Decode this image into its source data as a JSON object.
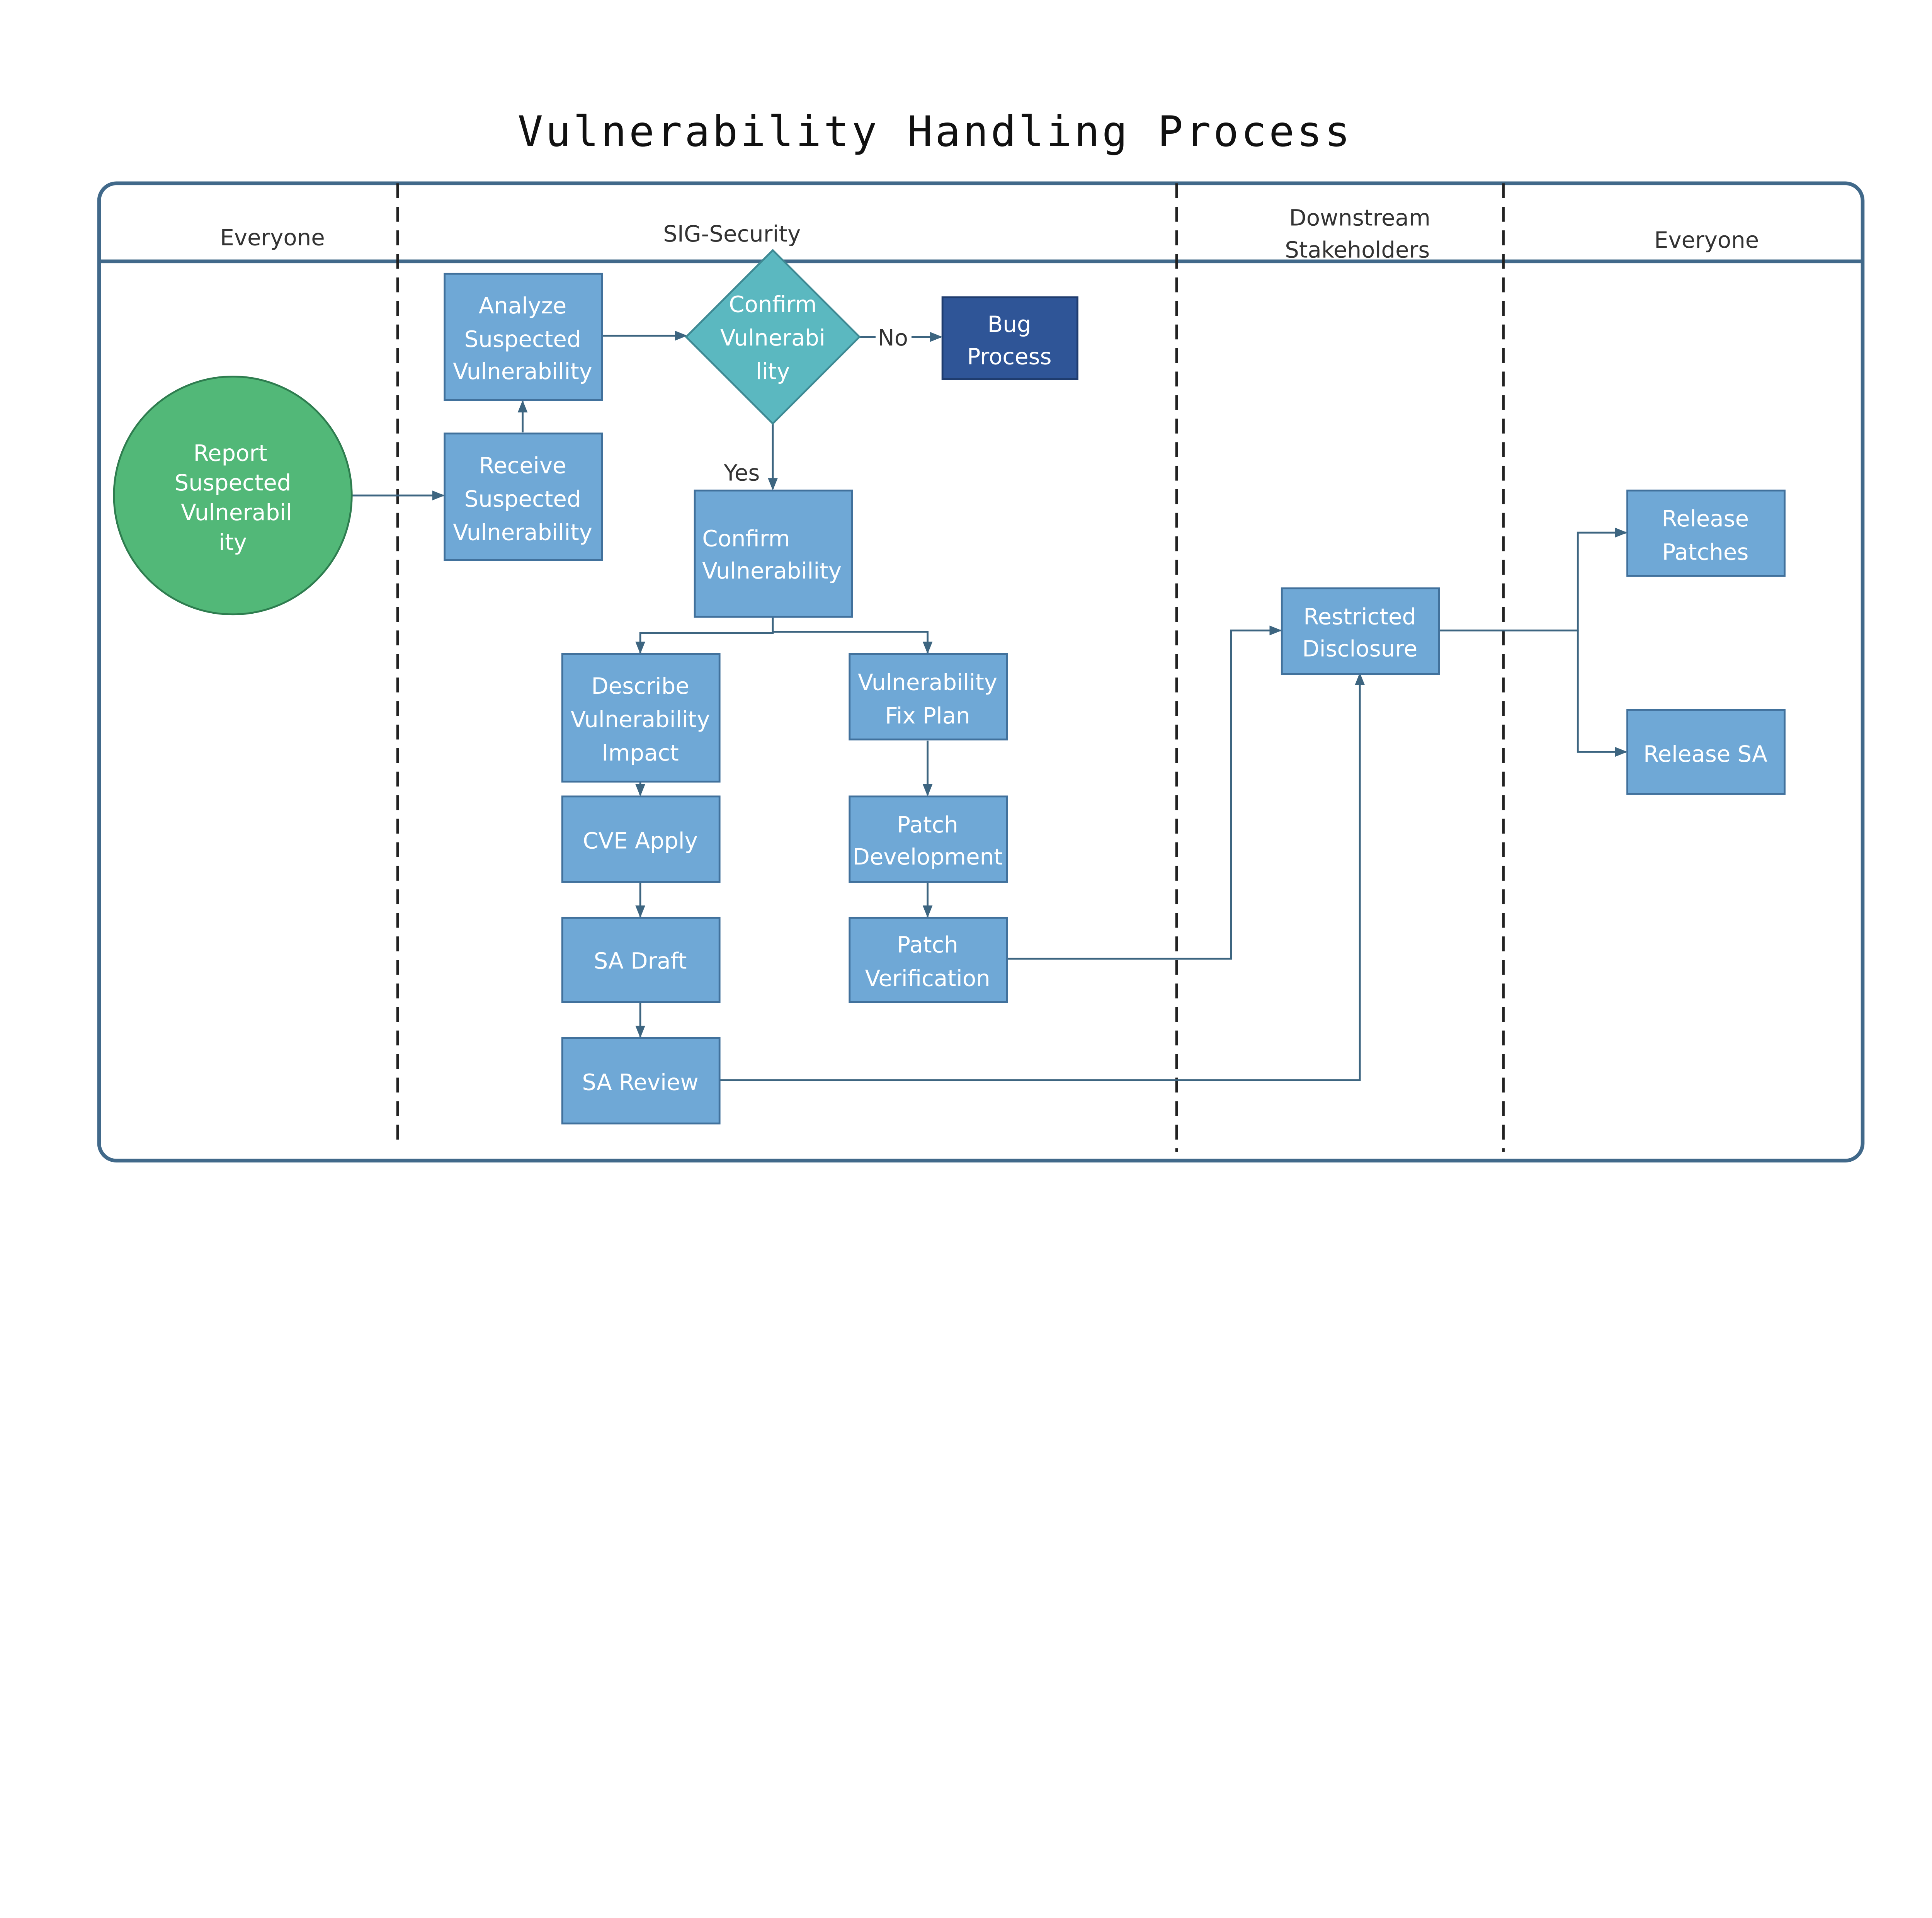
{
  "title": "Vulnerability Handling Process",
  "lanes": [
    "Everyone",
    "SIG-Security",
    "Downstream",
    "Stakeholders",
    "Everyone"
  ],
  "nodes": {
    "report": [
      "Report",
      "Suspected",
      "Vulnerabil",
      "ity"
    ],
    "receive": [
      "Receive",
      "Suspected",
      "Vulnerability"
    ],
    "analyze": [
      "Analyze",
      "Suspected",
      "Vulnerability"
    ],
    "decision": [
      "Confirm",
      "Vulnerabi",
      "lity"
    ],
    "bug": [
      "Bug",
      "Process"
    ],
    "confirm": [
      "Confirm",
      "Vulnerability"
    ],
    "describe": [
      "Describe",
      "Vulnerability",
      "Impact"
    ],
    "cve": [
      "CVE Apply"
    ],
    "sadraft": [
      "SA Draft"
    ],
    "sareview": [
      "SA Review"
    ],
    "fixplan": [
      "Vulnerability",
      "Fix Plan"
    ],
    "patchdev": [
      "Patch",
      "Development"
    ],
    "patchver": [
      "Patch",
      "Verification"
    ],
    "restricted": [
      "Restricted",
      "Disclosure"
    ],
    "patches": [
      "Release",
      "Patches"
    ],
    "releasesa": [
      "Release SA"
    ]
  },
  "edge_labels": {
    "no": "No",
    "yes": "Yes"
  },
  "colors": {
    "process": "#6fa8d6",
    "decision": "#5bb8c0",
    "bug": "#2f5597",
    "start": "#52b878",
    "line": "#3d6580"
  }
}
